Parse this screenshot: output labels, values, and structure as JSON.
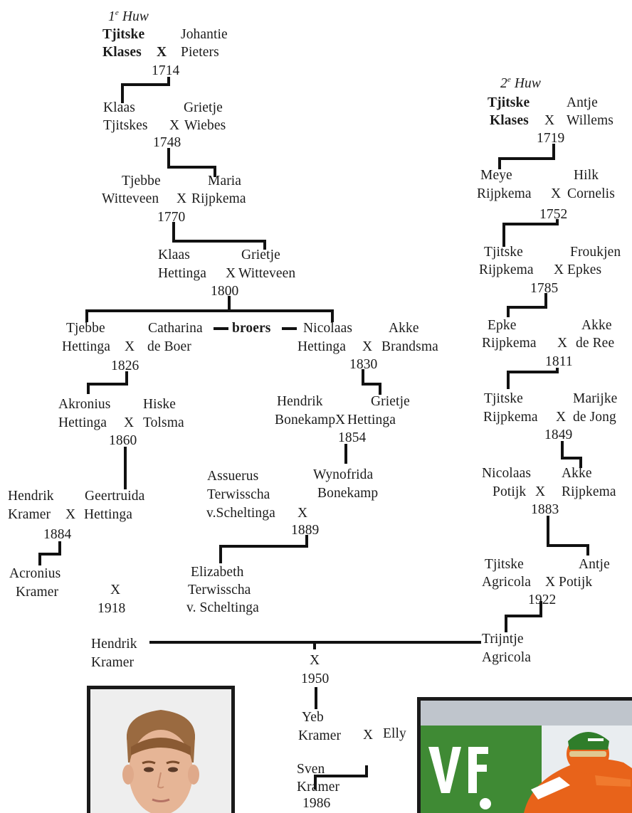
{
  "tree": {
    "marriage1": {
      "num": "1",
      "sup": "e",
      "word": "Huw",
      "p1": [
        "Tjitske",
        "Klases"
      ],
      "x": "X",
      "p2": [
        "Johantie",
        "Pieters"
      ],
      "year": "1714"
    },
    "g1714": {
      "p1": [
        "Klaas",
        "Tjitskes"
      ],
      "x": "X",
      "p2": [
        "Grietje",
        "Wiebes"
      ],
      "year": "1748"
    },
    "g1748": {
      "p1": [
        "Tjebbe",
        "Witteveen"
      ],
      "x": "X",
      "p2": [
        "Maria",
        "Rijpkema"
      ],
      "year": "1770"
    },
    "g1770": {
      "p1": [
        "Klaas",
        "Hettinga"
      ],
      "x": "X",
      "p2": [
        "Grietje",
        "Witteveen"
      ],
      "year": "1800"
    },
    "g1800a": {
      "p1": [
        "Tjebbe",
        "Hettinga"
      ],
      "x": "X",
      "p2": [
        "Catharina",
        "de Boer"
      ],
      "year": "1826"
    },
    "broers": "broers",
    "g1800b": {
      "p1": [
        "Nicolaas",
        "Hettinga"
      ],
      "x": "X",
      "p2": [
        "Akke",
        "Brandsma"
      ],
      "year": "1830"
    },
    "g1826": {
      "p1": [
        "Akronius",
        "Hettinga"
      ],
      "x": "X",
      "p2": [
        "Hiske",
        "Tolsma"
      ],
      "year": "1860"
    },
    "g1830": {
      "p1": [
        "Hendrik",
        "Bonekamp"
      ],
      "x": "X",
      "p2": [
        "Grietje",
        "Hettinga"
      ],
      "year": "1854"
    },
    "g1860": {
      "p1": [
        "Hendrik",
        "Kramer"
      ],
      "x": "X",
      "p2": [
        "Geertruida",
        "Hettinga"
      ],
      "year": "1884"
    },
    "g1854": {
      "p1": [
        "Assuerus",
        "Terwisscha",
        "v.Scheltinga"
      ],
      "x": "X",
      "p2": [
        "Wynofrida",
        "Bonekamp"
      ],
      "year": "1889"
    },
    "g1884": {
      "p1": [
        "Acronius",
        "Kramer"
      ],
      "x": "X",
      "year": "1918"
    },
    "g1889": {
      "p2": [
        "Elizabeth",
        "Terwisscha",
        "v. Scheltinga"
      ]
    },
    "g1918": {
      "p1": [
        "Hendrik",
        "Kramer"
      ],
      "x": "X",
      "year": "1950"
    },
    "g1950": {
      "p1": [
        "Yeb",
        "Kramer"
      ],
      "x": "X",
      "p2": [
        "Elly"
      ]
    },
    "child": {
      "name": [
        "Sven",
        "Kramer"
      ],
      "year": "1986"
    },
    "marriage2": {
      "num": "2",
      "sup": "e",
      "word": "Huw",
      "p1": [
        "Tjitske",
        "Klases"
      ],
      "x": "X",
      "p2": [
        "Antje",
        "Willems"
      ],
      "year": "1719"
    },
    "r1719": {
      "p1": [
        "Meye",
        "Rijpkema"
      ],
      "x": "X",
      "p2": [
        "Hilk",
        "Cornelis"
      ],
      "year": "1752"
    },
    "r1752": {
      "p1": [
        "Tjitske",
        "Rijpkema"
      ],
      "x": "X",
      "p2": [
        "Froukjen",
        "Epkes"
      ],
      "year": "1785"
    },
    "r1785": {
      "p1": [
        "Epke",
        "Rijpkema"
      ],
      "x": "X",
      "p2": [
        "Akke",
        "de Ree"
      ],
      "year": "1811"
    },
    "r1811": {
      "p1": [
        "Tjitske",
        "Rijpkema"
      ],
      "x": "X",
      "p2": [
        "Marijke",
        "de Jong"
      ],
      "year": "1849"
    },
    "r1849": {
      "p1": [
        "Nicolaas",
        "Potijk"
      ],
      "x": "X",
      "p2": [
        "Akke",
        "Rijpkema"
      ],
      "year": "1883"
    },
    "r1883": {
      "p1": [
        "Tjitske",
        "Agricola"
      ],
      "x": "X",
      "p2": [
        "Antje",
        "Potijk"
      ],
      "year": "1922"
    },
    "r1922": {
      "p2": [
        "Trijntje",
        "Agricola"
      ]
    }
  },
  "colors": {
    "line": "#111111",
    "text": "#1c1c1c",
    "photo_frame": "#1a1a1a",
    "skate_suit": "#e8631a",
    "rink_sign": "#3f8a34"
  },
  "photos": {
    "left": "portrait-photo",
    "right": "speed-skater-photo"
  }
}
